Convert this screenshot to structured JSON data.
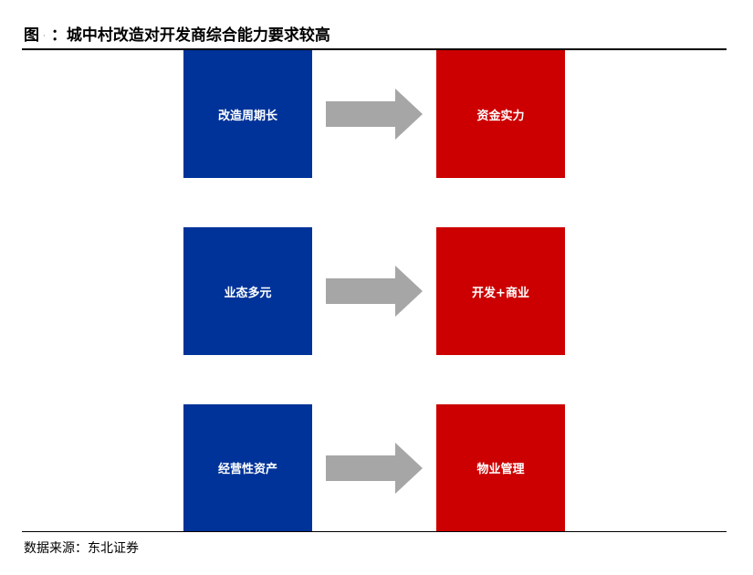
{
  "header": {
    "figure_label": "图",
    "figure_mark": "·",
    "title": "：城中村改造对开发商综合能力要求较高"
  },
  "rows": [
    {
      "left": "改造周期长",
      "right": "资金实力"
    },
    {
      "left": "业态多元",
      "right": "开发+商业"
    },
    {
      "left": "经营性资产",
      "right": "物业管理"
    }
  ],
  "source": "数据来源：东北证券",
  "colors": {
    "left_box": "#003399",
    "right_box": "#cc0000",
    "arrow": "#a6a6a6"
  }
}
